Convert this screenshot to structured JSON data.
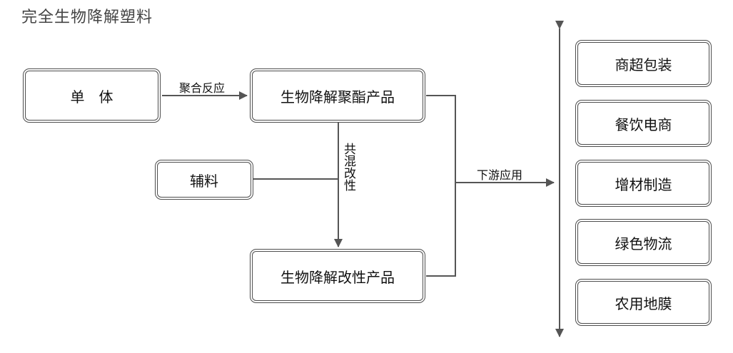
{
  "title": "完全生物降解塑料",
  "nodes": {
    "monomer": "单　体",
    "polyester": "生物降解聚酯产品",
    "auxiliary": "辅料",
    "modified": "生物降解改性产品"
  },
  "edges": {
    "polymerization": "聚合反应",
    "blending": "共混改性",
    "downstream": "下游应用"
  },
  "applications": [
    "商超包装",
    "餐饮电商",
    "增材制造",
    "绿色物流",
    "农用地膜"
  ]
}
